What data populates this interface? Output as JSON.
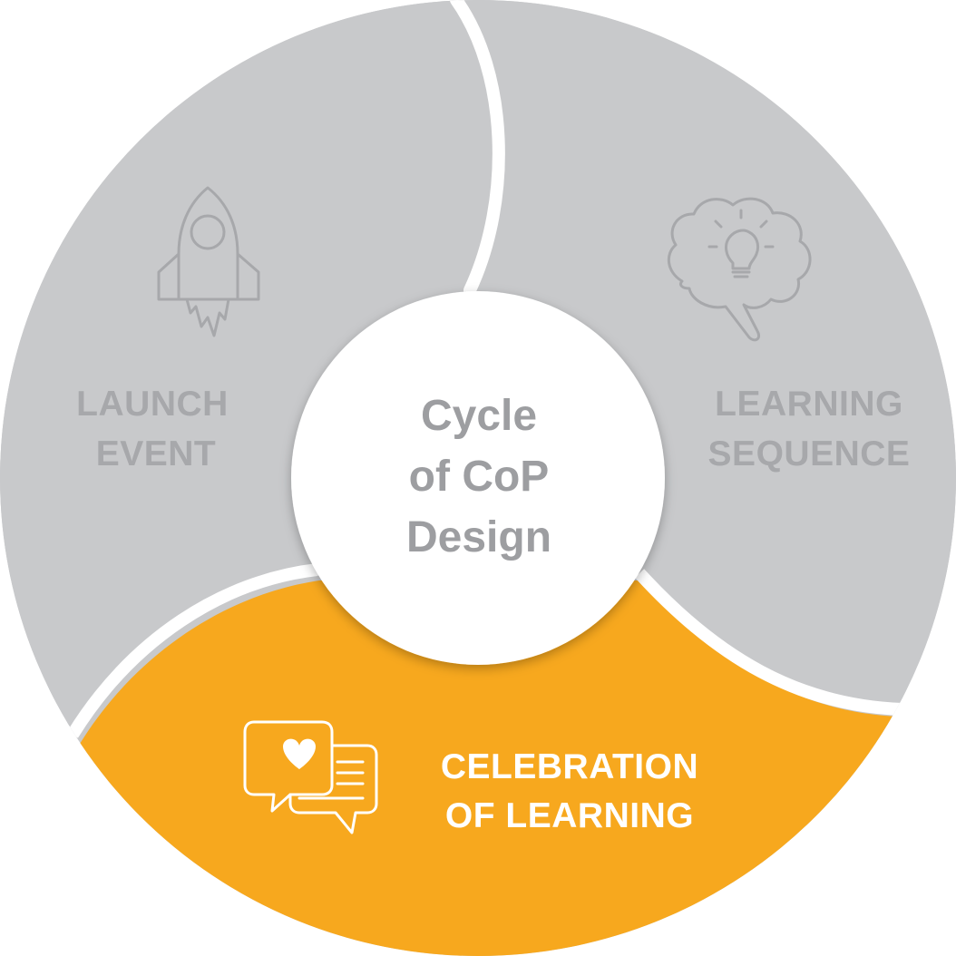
{
  "center": {
    "line1": "Cycle",
    "line2": "of CoP",
    "line3": "Design"
  },
  "segments": [
    {
      "id": "launch-event",
      "line1": "LAUNCH",
      "line2": "EVENT",
      "icon": "rocket-icon",
      "active": false
    },
    {
      "id": "learning-sequence",
      "line1": "LEARNING",
      "line2": "SEQUENCE",
      "icon": "brain-lightbulb-icon",
      "active": false
    },
    {
      "id": "celebration-of-learning",
      "line1": "CELEBRATION",
      "line2": "OF LEARNING",
      "icon": "chat-heart-icon",
      "active": true
    }
  ],
  "colors": {
    "inactive_segment": "#C8C9CB",
    "inactive_text": "#A7A8AB",
    "active_segment": "#F7A81E",
    "active_text": "#FFFFFF",
    "center_fill": "#FFFFFF",
    "center_text": "#9D9EA1"
  }
}
